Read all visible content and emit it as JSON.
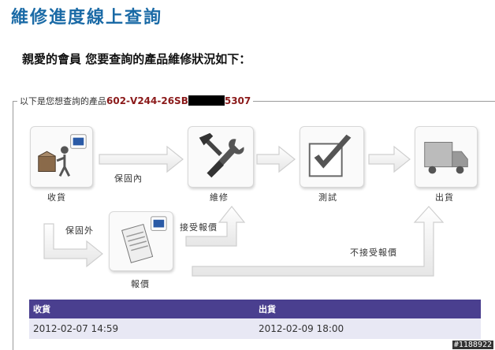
{
  "page": {
    "title": "維修進度線上查詢",
    "greeting": "親愛的會員 您要查詢的產品維修狀況如下：",
    "legend_prefix": "以下是您想查詢的產品",
    "product_id_start": "602-V244-26SB",
    "product_id_end": "5307"
  },
  "workflow": {
    "steps": [
      {
        "label": "收貨",
        "icon": "person-receiving-box-icon"
      },
      {
        "label": "維修",
        "icon": "hammer-wrench-icon"
      },
      {
        "label": "測試",
        "icon": "checkmark-icon"
      },
      {
        "label": "出貨",
        "icon": "truck-icon"
      },
      {
        "label": "報價",
        "icon": "document-icon"
      }
    ],
    "paths": {
      "in_warranty": "保固內",
      "out_of_warranty": "保固外",
      "accept_quote": "接受報價",
      "reject_quote": "不接受報價"
    }
  },
  "status_table": {
    "headers": [
      "收貨",
      "出貨"
    ],
    "values": [
      "2012-02-07 14:59",
      "2012-02-09 18:00"
    ]
  },
  "watermark": "#1188922",
  "colors": {
    "title": "#1a6aa6",
    "table_header": "#4a3f8f",
    "table_row": "#e8e8f4",
    "product_id": "#8b1a1a"
  }
}
